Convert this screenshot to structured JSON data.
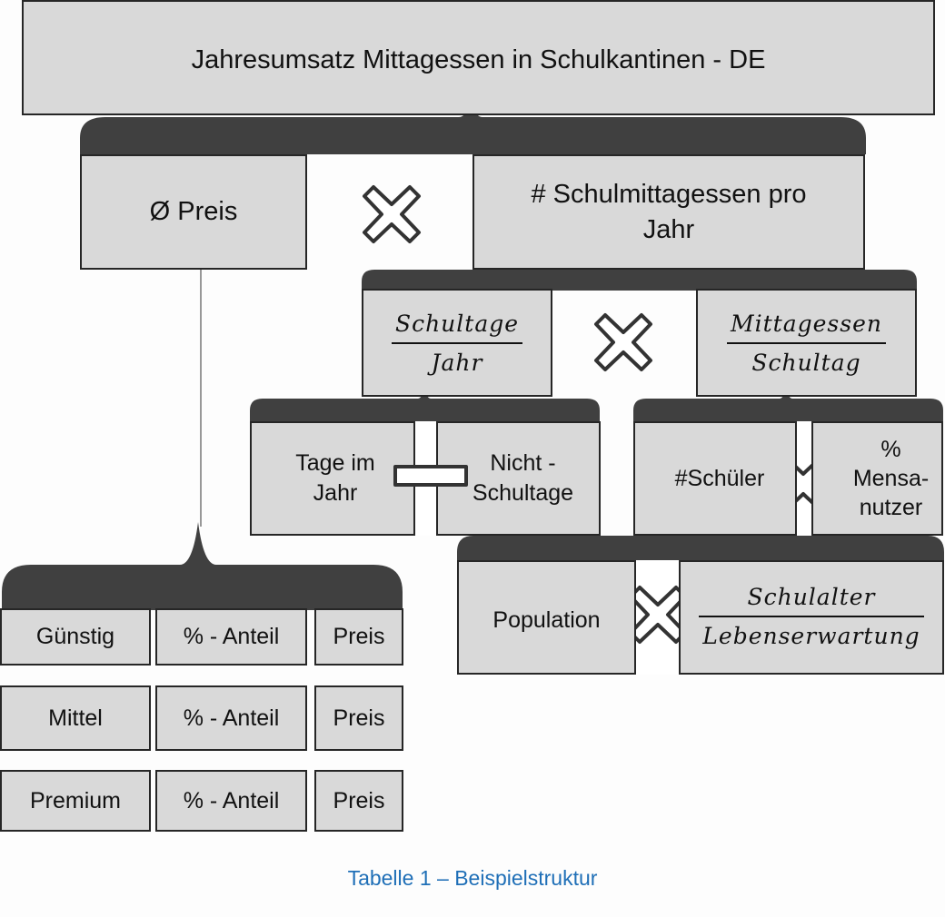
{
  "root": {
    "label": "Jahresumsatz Mittagessen in Schulkantinen - DE"
  },
  "level1": {
    "price": {
      "label": "Ø Preis"
    },
    "meals": {
      "line1": "# Schulmittagessen pro",
      "line2": "Jahr"
    }
  },
  "level2": {
    "schooldays": {
      "numerator": "Schultage",
      "denominator": "Jahr"
    },
    "lunches": {
      "numerator": "Mittagessen",
      "denominator": "Schultag"
    }
  },
  "level3": {
    "days_in_year": {
      "line1": "Tage im",
      "line2": "Jahr"
    },
    "non_school_days": {
      "line1": "Nicht -",
      "line2": "Schultage"
    },
    "students": {
      "label": "#Schüler"
    },
    "canteen_users": {
      "line1": "%",
      "line2": "Mensa-",
      "line3": "nutzer"
    }
  },
  "level4": {
    "population": {
      "label": "Population"
    },
    "age_ratio": {
      "numerator": "Schulalter",
      "denominator": "Lebenserwartung"
    }
  },
  "price_table": {
    "rows": [
      {
        "tier": "Günstig",
        "share": "% - Anteil",
        "price": "Preis"
      },
      {
        "tier": "Mittel",
        "share": "% - Anteil",
        "price": "Preis"
      },
      {
        "tier": "Premium",
        "share": "% - Anteil",
        "price": "Preis"
      }
    ]
  },
  "caption": "Tabelle 1 – Beispielstruktur",
  "colors": {
    "box_fill": "#d9d9d9",
    "bracket": "#404040",
    "border": "#262626",
    "caption": "#1f6fb7"
  }
}
